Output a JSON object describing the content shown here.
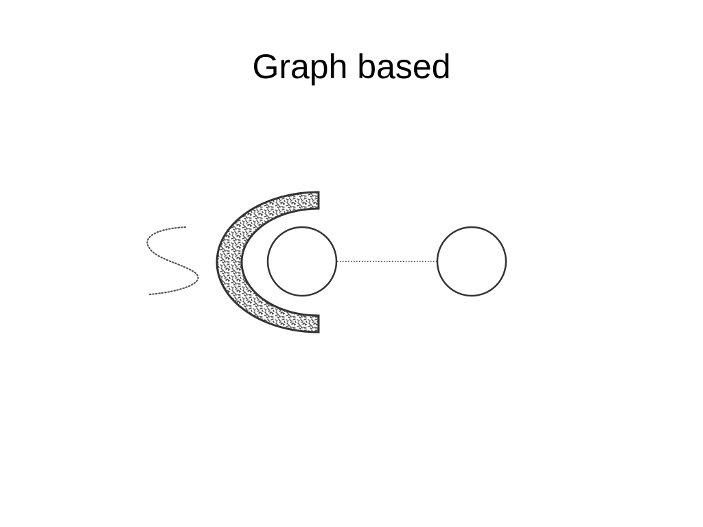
{
  "slide": {
    "title": "Graph based"
  },
  "diagram": {
    "nodes": [
      {
        "id": "node-left"
      },
      {
        "id": "node-right"
      }
    ],
    "edges": [
      {
        "from": "node-left",
        "to": "node-right",
        "style": "dotted"
      }
    ],
    "colors": {
      "stroke": "#333333",
      "fill": "#ffffff",
      "texture": "#555555",
      "dotted": "#555555"
    }
  }
}
